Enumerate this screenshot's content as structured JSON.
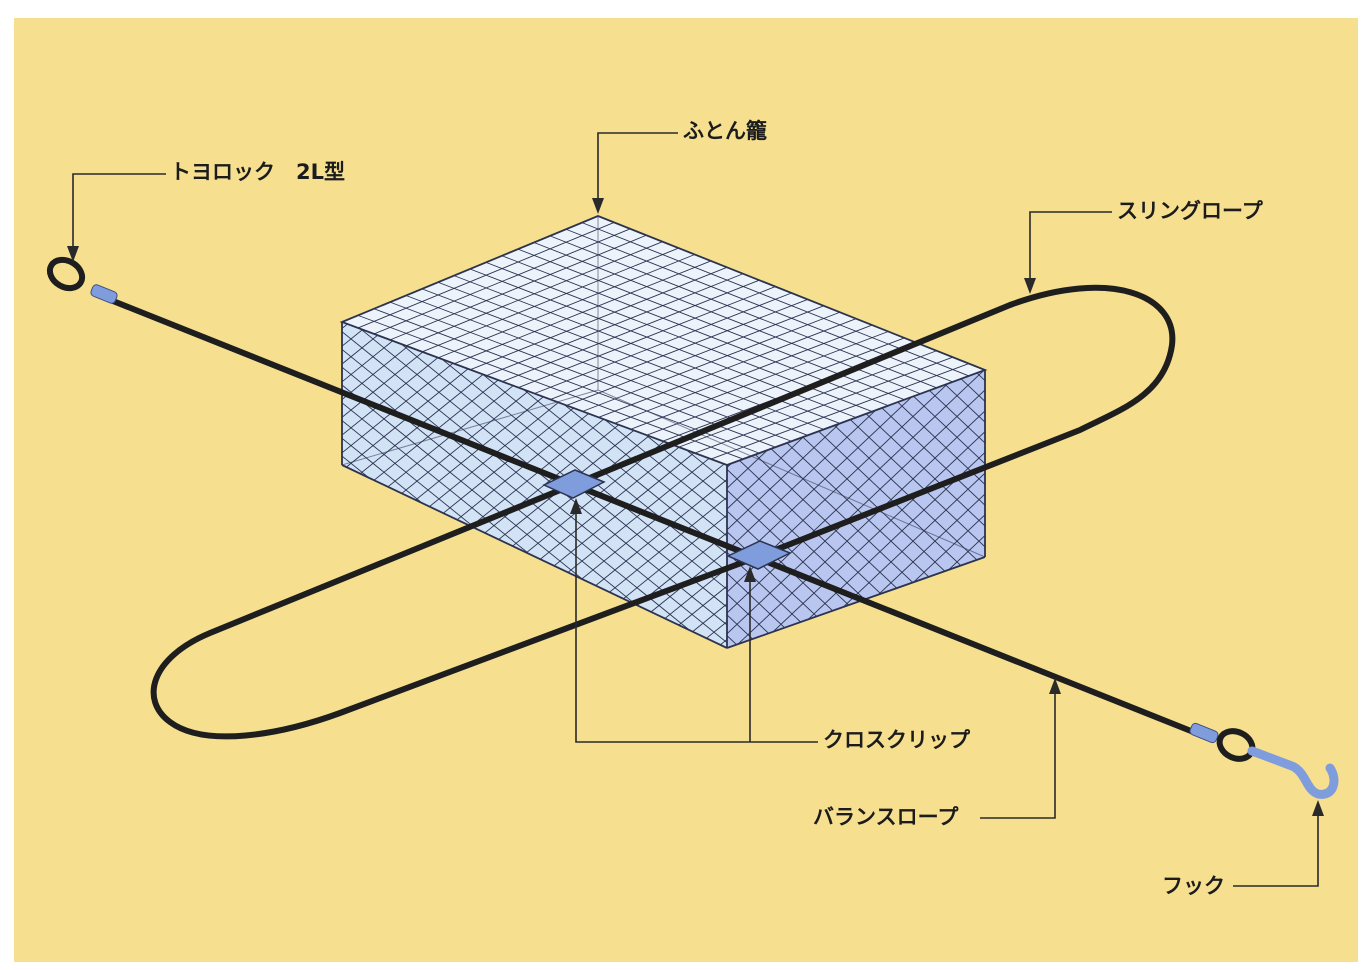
{
  "diagram": {
    "labels": {
      "toyolock": "トヨロック　2L型",
      "futon_box": "ふとん籠",
      "sling_rope": "スリングロープ",
      "cross_clip": "クロスクリップ",
      "balance_rope": "バランスロープ",
      "hook": "フック"
    },
    "colors": {
      "background": "#f6e08f",
      "rope": "#1e1e1e",
      "box_face_front": "#d3e3f6",
      "box_face_side": "#b9c6ef",
      "box_top": "#edf3fb",
      "mesh": "#2b3350",
      "fitting": "#7f9cdc"
    }
  }
}
